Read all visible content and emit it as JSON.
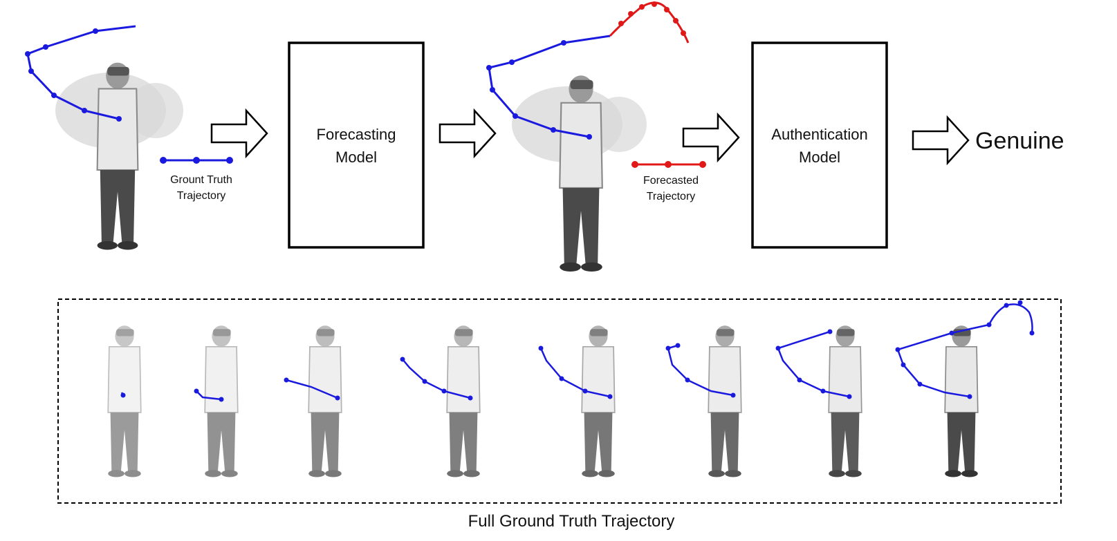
{
  "stage1": {
    "legend_label_line1": "Grount Truth",
    "legend_label_line2": "Trajectory"
  },
  "forecasting_box": {
    "label_line1": "Forecasting",
    "label_line2": "Model"
  },
  "stage2": {
    "legend_label_line1": "Forecasted",
    "legend_label_line2": "Trajectory"
  },
  "authentication_box": {
    "label_line1": "Authentication",
    "label_line2": "Model"
  },
  "result": {
    "label": "Genuine"
  },
  "full_trajectory": {
    "caption": "Full Ground Truth Trajectory"
  },
  "colors": {
    "ground_truth": "#1a1adf",
    "forecast": "#e01818",
    "box_stroke": "#000000",
    "figure_fill": "#cfcfcf",
    "figure_dark": "#3a3a3a"
  }
}
